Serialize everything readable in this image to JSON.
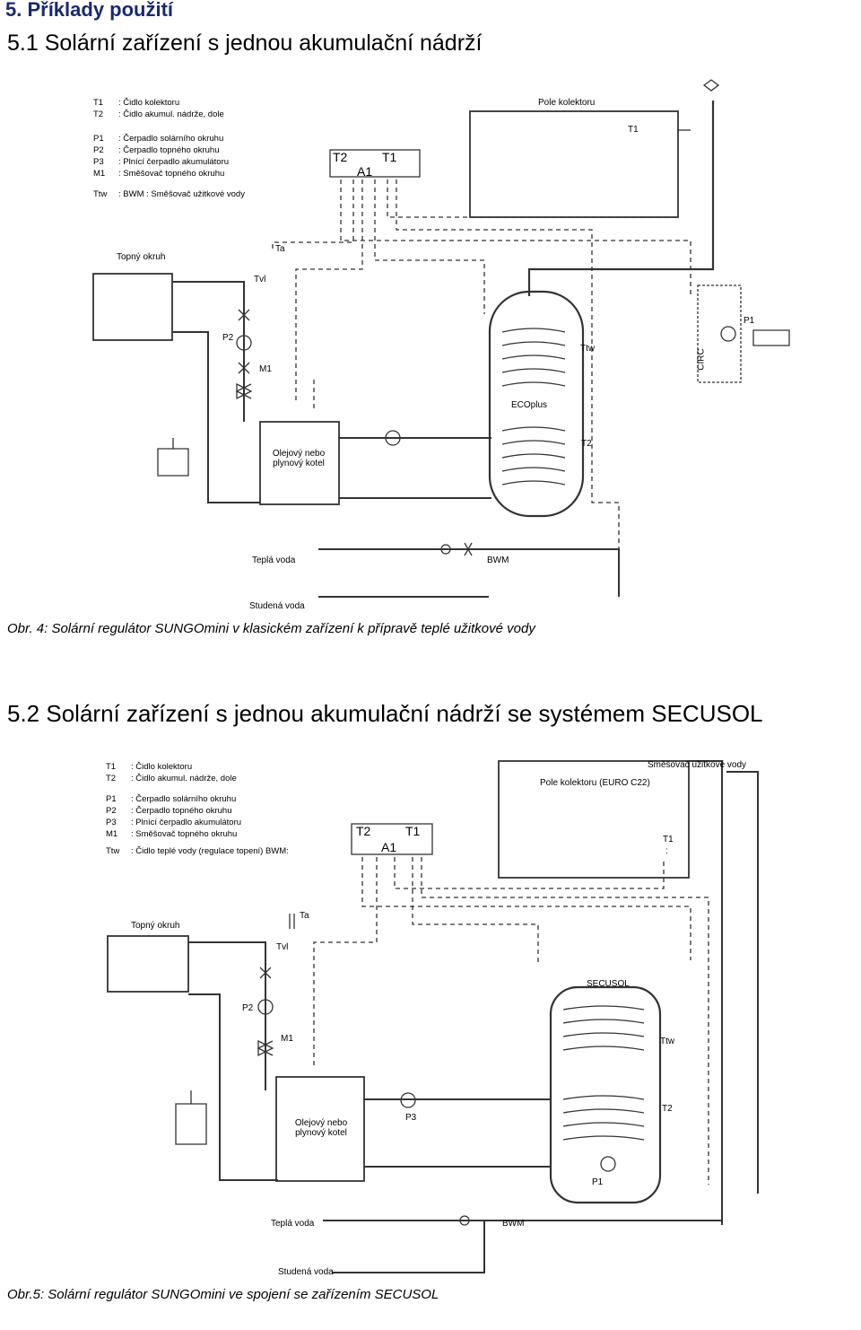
{
  "heading": "5. Příklady použití",
  "section1": {
    "title": "5.1 Solární zařízení s jednou akumulační nádrží",
    "legend": [
      {
        "key": "T1",
        "desc": ": Čidlo kolektoru"
      },
      {
        "key": "T2",
        "desc": ": Čidlo  akumul. nádrže, dole"
      },
      {
        "key": "P1",
        "desc": ": Čerpadlo solárního okruhu"
      },
      {
        "key": "P2",
        "desc": ": Čerpadlo topného okruhu"
      },
      {
        "key": "P3",
        "desc": ": Plnící čerpadlo akumulátoru"
      },
      {
        "key": "M1",
        "desc": ": Směšovač topného okruhu"
      },
      {
        "key": "Ttw",
        "desc": ": BWM  : Směšovač užitkové vody"
      }
    ],
    "labels": {
      "collector_field": "Pole kolektoru",
      "t1": "T1",
      "t2_ctrl": "T2",
      "a1": "A1",
      "t1_ctrl": "T1",
      "heating_circuit": "Topný okruh",
      "ta": "Ta",
      "tvl": "Tvl",
      "p2": "P2",
      "m1": "M1",
      "ttw": "Ttw",
      "p1": "P1",
      "circ": "CIRC",
      "tank": "ECOplus",
      "boiler": "Olejový nebo plynový kotel",
      "t2": "T2",
      "hot_water": "Teplá voda",
      "bwm": "BWM",
      "cold_water": "Studená voda"
    },
    "caption": "Obr. 4:  Solární regulátor SUNGOmini v klasickém zařízení k přípravě teplé užitkové vody"
  },
  "section2": {
    "title": "5.2  Solární zařízení s jednou akumulační nádrží se systémem SECUSOL",
    "legend": [
      {
        "key": "T1",
        "desc": ": Čidlo kolektoru"
      },
      {
        "key": "T2",
        "desc": ": Čidlo  akumul. nádrže, dole"
      },
      {
        "key": "P1",
        "desc": ": Čerpadlo solárního okruhu"
      },
      {
        "key": "P2",
        "desc": ": Čerpadlo topného okruhu"
      },
      {
        "key": "P3",
        "desc": ": Plnící čerpadlo akumulátoru"
      },
      {
        "key": "M1",
        "desc": ": Směšovač topného okruhu"
      },
      {
        "key": "Ttw",
        "desc": ": Čidlo teplé vody (regulace topení) BWM:"
      }
    ],
    "labels": {
      "water_mixer": "Směšovač užitkové vody",
      "collector_field": "Pole kolektoru (EURO C22)",
      "t2_ctrl": "T2",
      "a1": "A1",
      "t1_ctrl": "T1",
      "t1": "T1",
      "colon": ":",
      "heating_circuit": "Topný okruh",
      "ta": "Ta",
      "tvl": "Tvl",
      "secusol": "SECUSOL",
      "p2": "P2",
      "m1": "M1",
      "ttw": "Ttw",
      "boiler": "Olejový nebo plynový kotel",
      "p3": "P3",
      "t2": "T2",
      "p1": "P1",
      "hot_water": "Teplá voda",
      "bwm": "BWM",
      "cold_water": "Studená voda"
    },
    "caption": "Obr.5:  Solární regulátor SUNGOmini ve spojení se zařízením SECUSOL"
  }
}
